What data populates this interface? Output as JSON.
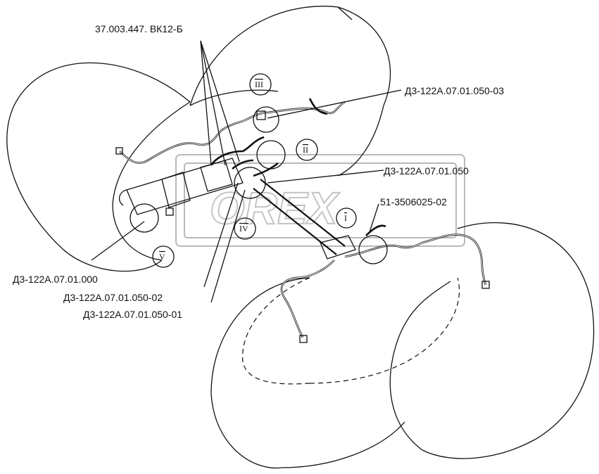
{
  "labels": {
    "part_37003": "37.003.447. ВК12-Б",
    "part_050_03": "Д3-122А.07.01.050-03",
    "part_050": "Д3-122А.07.01.050",
    "part_51": "51-3506025-02",
    "part_000": "Д3-122А.07.01.000",
    "part_050_02": "Д3-122А.07.01.050-02",
    "part_050_01": "Д3-122А.07.01.050-01"
  },
  "callouts": {
    "I": "I",
    "II": "II",
    "III": "III",
    "IV": "IV",
    "V": "V"
  },
  "watermark": "OREX"
}
